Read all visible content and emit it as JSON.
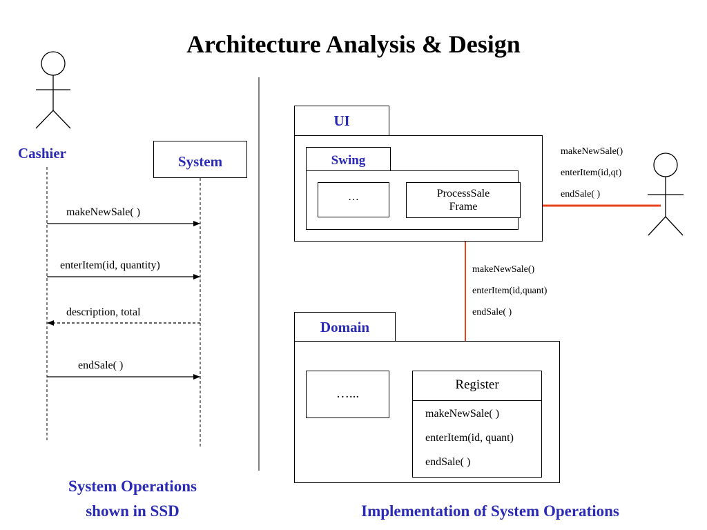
{
  "title": "Architecture Analysis & Design",
  "colors": {
    "heading_blue": "#2a2ab4",
    "arrow_red": "#e8431c"
  },
  "ssd": {
    "actor": "Cashier",
    "system": "System",
    "messages": [
      {
        "label": "makeNewSale( )",
        "kind": "call"
      },
      {
        "label": "enterItem(id, quantity)",
        "kind": "call"
      },
      {
        "label": "description, total",
        "kind": "return"
      },
      {
        "label": "endSale( )",
        "kind": "call"
      }
    ],
    "caption_line1": "System Operations",
    "caption_line2": "shown in SSD"
  },
  "impl": {
    "ui_package": "UI",
    "swing_package": "Swing",
    "ellipsis_box": "…",
    "frame_line1": "ProcessSale",
    "frame_line2": "Frame",
    "actor_messages": [
      "makeNewSale()",
      "enterItem(id,qt)",
      "endSale( )"
    ],
    "domain_messages": [
      "makeNewSale()",
      "enterItem(id,quant)",
      "endSale( )"
    ],
    "domain_package": "Domain",
    "domain_ellipsis": "…...",
    "register_name": "Register",
    "register_ops": [
      "makeNewSale( )",
      "enterItem(id, quant)",
      "endSale( )"
    ],
    "caption": "Implementation of System Operations"
  }
}
